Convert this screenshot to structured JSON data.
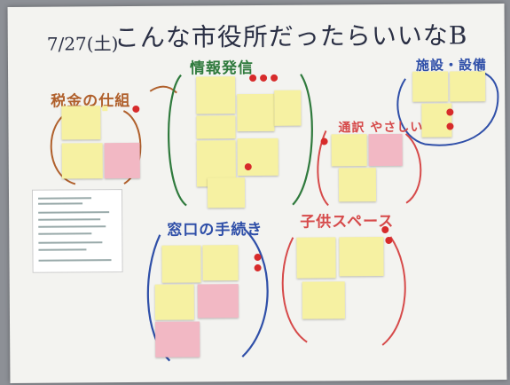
{
  "poster": {
    "date": "7/27(土)",
    "title": "こんな市役所だったらいいなB"
  },
  "sections": {
    "tax": {
      "label": "税金の仕組"
    },
    "info": {
      "label": "情報発信"
    },
    "facility": {
      "label": "施設・設備"
    },
    "easy": {
      "label": "通訳 やさしい街"
    },
    "window": {
      "label": "窓口の手続き"
    },
    "kids": {
      "label": "子供スペース"
    }
  },
  "notes": {
    "n1": "",
    "n2": "",
    "n3": "",
    "n4": "",
    "n5": "",
    "n6": "",
    "n7": "",
    "n8": "",
    "n9": "",
    "n10": "",
    "n11": "",
    "n12": "",
    "n13": "",
    "n14": "",
    "n15": "",
    "n16": "",
    "n17": "",
    "n18": "",
    "n19": "",
    "n20": "",
    "n21": "",
    "n22": "",
    "n23": "",
    "n24": "",
    "n25": ""
  },
  "colors": {
    "yellow_note": "#f6f1a2",
    "pink_note": "#f2b8c4",
    "marker_navy": "#2a2f44",
    "marker_green": "#2f7a3d",
    "marker_brown": "#b0602c",
    "marker_blue": "#2f4fa8",
    "marker_red": "#d64a4a",
    "pin_red": "#d72b2b"
  }
}
